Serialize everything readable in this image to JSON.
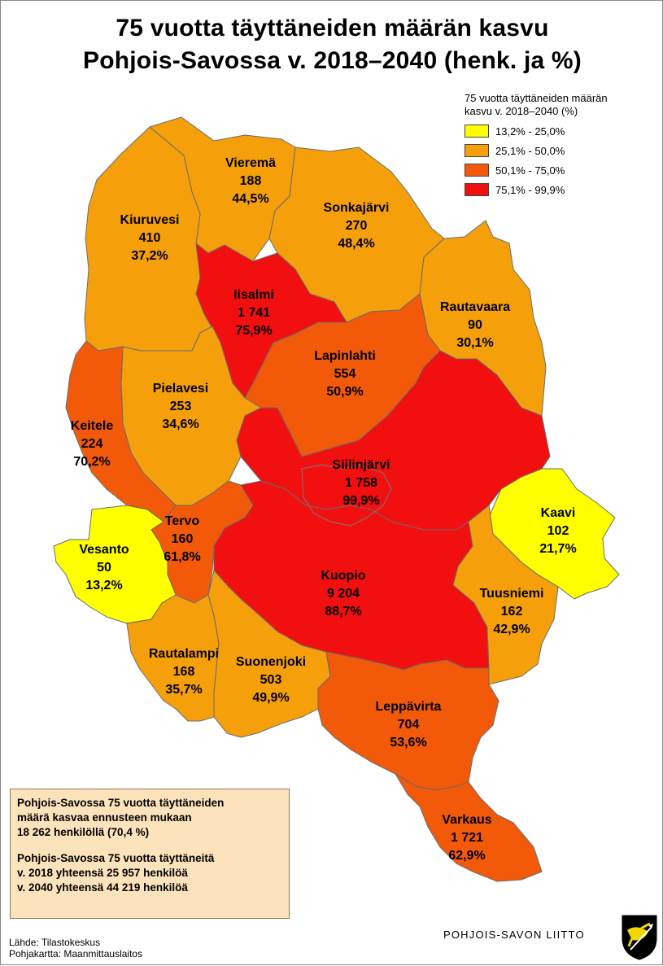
{
  "title": {
    "line1": "75 vuotta täyttäneiden määrän kasvu",
    "line2": "Pohjois-Savossa v. 2018–2040 (henk. ja %)"
  },
  "legend": {
    "title_line1": "75 vuotta täyttäneiden määrän",
    "title_line2": "kasvu v. 2018–2040 (%)",
    "classes": [
      {
        "label": "13,2% - 25,0%",
        "color": "#ffff00"
      },
      {
        "label": "25,1% - 50,0%",
        "color": "#f5a00a"
      },
      {
        "label": "50,1% - 75,0%",
        "color": "#f25a0a"
      },
      {
        "label": "75,1% - 99,9%",
        "color": "#f20f0f"
      }
    ]
  },
  "municipalities": [
    {
      "name": "Vieremä",
      "count": "188",
      "pct": "44,5%",
      "class": 1
    },
    {
      "name": "Kiuruvesi",
      "count": "410",
      "pct": "37,2%",
      "class": 1
    },
    {
      "name": "Sonkajärvi",
      "count": "270",
      "pct": "48,4%",
      "class": 1
    },
    {
      "name": "Iisalmi",
      "count": "1 741",
      "pct": "75,9%",
      "class": 3
    },
    {
      "name": "Rautavaara",
      "count": "90",
      "pct": "30,1%",
      "class": 1
    },
    {
      "name": "Lapinlahti",
      "count": "554",
      "pct": "50,9%",
      "class": 2
    },
    {
      "name": "Pielavesi",
      "count": "253",
      "pct": "34,6%",
      "class": 1
    },
    {
      "name": "Keitele",
      "count": "224",
      "pct": "70,2%",
      "class": 2
    },
    {
      "name": "Siilinjärvi",
      "count": "1 758",
      "pct": "99,9%",
      "class": 3
    },
    {
      "name": "Kaavi",
      "count": "102",
      "pct": "21,7%",
      "class": 0
    },
    {
      "name": "Tervo",
      "count": "160",
      "pct": "61,8%",
      "class": 2
    },
    {
      "name": "Vesanto",
      "count": "50",
      "pct": "13,2%",
      "class": 0
    },
    {
      "name": "Kuopio",
      "count": "9 204",
      "pct": "88,7%",
      "class": 3
    },
    {
      "name": "Tuusniemi",
      "count": "162",
      "pct": "42,9%",
      "class": 1
    },
    {
      "name": "Rautalampi",
      "count": "168",
      "pct": "35,7%",
      "class": 1
    },
    {
      "name": "Suonenjoki",
      "count": "503",
      "pct": "49,9%",
      "class": 1
    },
    {
      "name": "Leppävirta",
      "count": "704",
      "pct": "53,6%",
      "class": 2
    },
    {
      "name": "Varkaus",
      "count": "1 721",
      "pct": "62,9%",
      "class": 2
    }
  ],
  "info": {
    "line1": "Pohjois-Savossa 75 vuotta täyttäneiden",
    "line2": "määrä kasvaa ennusteen mukaan",
    "line3": "18 262 henkilöllä (70,4 %)",
    "line4": "Pohjois-Savossa 75 vuotta täyttäneitä",
    "line5": "v. 2018 yhteensä 25 957 henkilöä",
    "line6": "v. 2040 yhteensä 44 219 henkilöä"
  },
  "source": {
    "line1": "Lähde: Tilastokeskus",
    "line2": "Pohjakartta: Maanmittauslaitos"
  },
  "brand": "POHJOIS-SAVON LIITTO",
  "icons": {
    "crest": "coat-of-arms-icon"
  }
}
